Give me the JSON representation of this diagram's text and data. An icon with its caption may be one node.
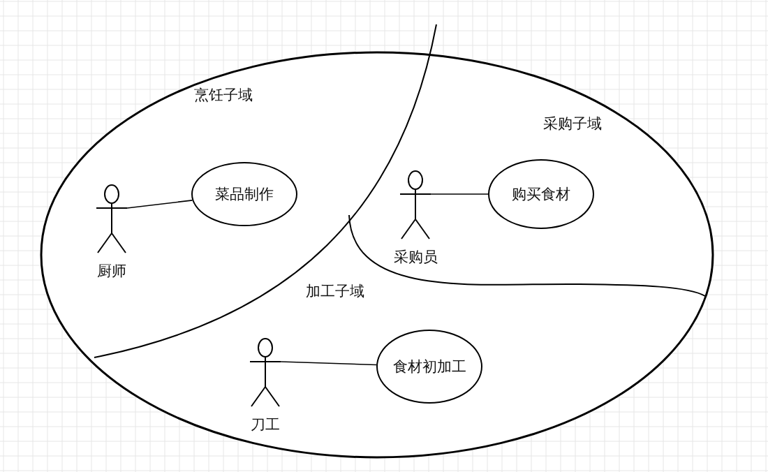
{
  "diagram": {
    "nodes": [
      {
        "text": [],
        "shape": "person",
        "beside": [
          "厨师"
        ]
      },
      {
        "text": [
          "菜品制作"
        ]
      },
      {
        "text": [],
        "shape": "person",
        "beside": [
          "采购员"
        ]
      },
      {
        "text": [
          "购买食材"
        ]
      },
      {
        "text": [],
        "shape": "person",
        "beside": [
          "刀工"
        ]
      },
      {
        "text": [
          "食材初加工"
        ]
      }
    ],
    "edges": [
      {
        "from": 0,
        "to": 1,
        "arrow": "none"
      },
      {
        "from": 2,
        "to": 3,
        "arrow": "none"
      },
      {
        "from": 4,
        "to": 5,
        "arrow": "none"
      }
    ],
    "labels": [
      "烹饪子域",
      "采购子域",
      "加工子域"
    ]
  }
}
